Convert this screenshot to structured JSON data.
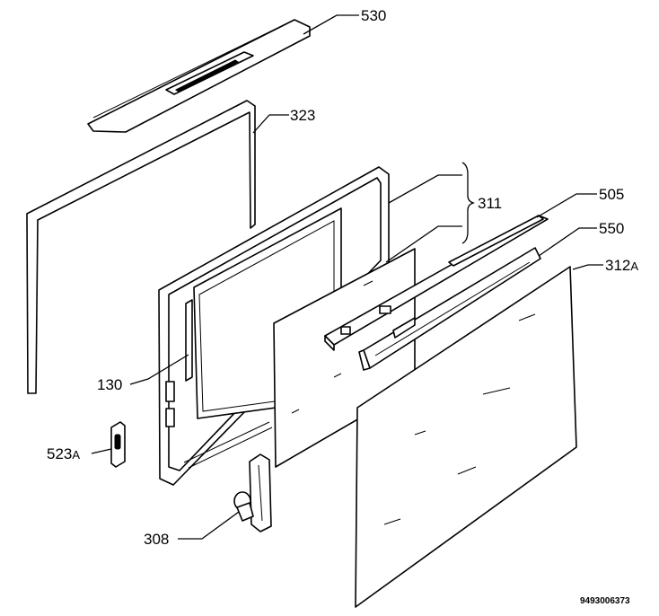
{
  "labels": {
    "p530": "530",
    "p323": "323",
    "p311": "311",
    "p505": "505",
    "p550": "550",
    "p312_num": "312",
    "p312_suffix": "A",
    "p130": "130",
    "p523_num": "523",
    "p523_suffix": "A",
    "p308": "308"
  },
  "document_id": "9493006373",
  "colors": {
    "line": "#000000",
    "background": "#ffffff"
  }
}
